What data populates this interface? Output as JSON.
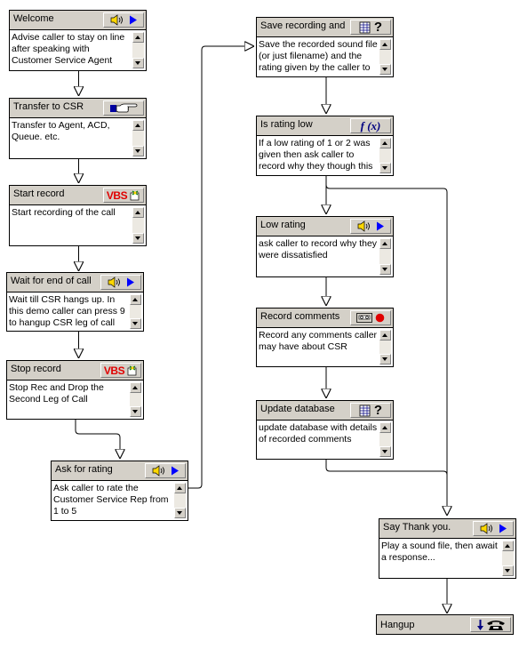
{
  "nodes": {
    "welcome": {
      "title": "Welcome",
      "icon": "speaker-play-icon",
      "text": "Advise caller to stay on line after speaking with Customer Service Agent"
    },
    "transfer": {
      "title": "Transfer to CSR",
      "icon": "pointing-hand-icon",
      "text": "Transfer to Agent, ACD, Queue. etc."
    },
    "start_record": {
      "title": "Start record",
      "icon": "vbs-script-icon",
      "icon_text": "VBS",
      "text": "Start recording of the call"
    },
    "wait_end": {
      "title": "Wait for end of call",
      "icon": "speaker-play-icon",
      "text": "Wait till CSR hangs up. In this demo caller can press 9 to hangup CSR leg of call"
    },
    "stop_record": {
      "title": "Stop record",
      "icon": "vbs-script-icon",
      "icon_text": "VBS",
      "text": "Stop Rec and Drop the Second Leg of Call"
    },
    "ask_rating": {
      "title": "Ask for rating",
      "icon": "speaker-play-icon",
      "text": "Ask caller to rate the Customer Service Rep from 1 to 5"
    },
    "save_recording": {
      "title": "Save recording and",
      "icon": "database-query-icon",
      "text": "Save the recorded sound file  (or just filename) and the rating given by the caller to"
    },
    "is_rating_low": {
      "title": "Is rating low",
      "icon": "function-icon",
      "icon_text": "f (x)",
      "text": "If a low rating of 1 or 2 was given then ask caller to record why they though this"
    },
    "low_rating": {
      "title": "Low rating",
      "icon": "speaker-play-icon",
      "text": "ask caller to record why they were dissatisfied"
    },
    "record_comments": {
      "title": "Record comments",
      "icon": "tape-record-icon",
      "text": "Record any comments caller may have about CSR"
    },
    "update_db": {
      "title": "Update database",
      "icon": "database-query-icon",
      "text": "update database with details of recorded comments"
    },
    "say_thanks": {
      "title": "Say Thank you.",
      "icon": "speaker-play-icon",
      "text": "Play a sound file, then await a response..."
    },
    "hangup": {
      "title": "Hangup",
      "icon": "hangup-phone-icon"
    }
  },
  "colors": {
    "panel": "#d4d0c8",
    "record_dot": "#e00000",
    "vbs_text": "#e00000",
    "play_arrow": "#0000ff"
  }
}
